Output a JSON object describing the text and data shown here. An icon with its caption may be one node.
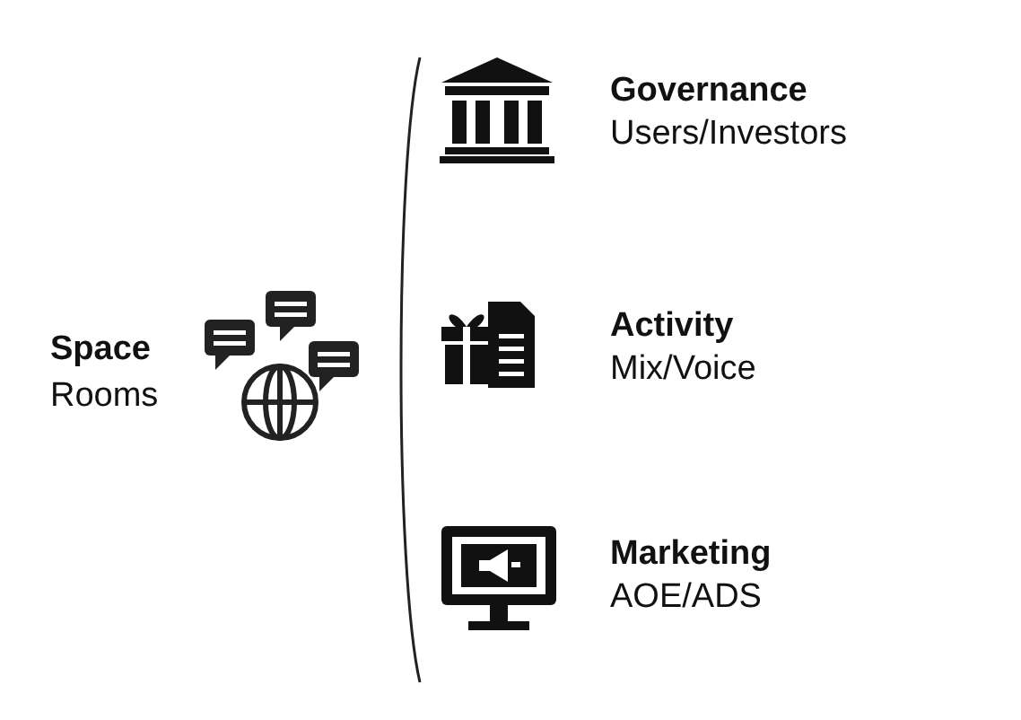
{
  "diagram": {
    "labels": [
      "Space",
      "Rooms",
      "Governance",
      "Users/Investors",
      "Activity",
      "Mix/Voice",
      "Marketing",
      "AOE/ADS"
    ]
  }
}
